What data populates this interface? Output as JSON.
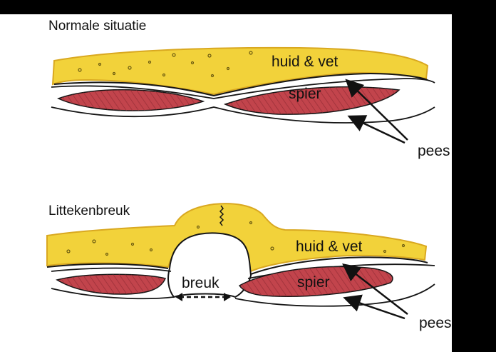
{
  "panels": [
    {
      "title": "Normale situatie",
      "labels": {
        "skin_fat": "huid & vet",
        "muscle": "spier",
        "tendon": "pees"
      }
    },
    {
      "title": "Littekenbreuk",
      "labels": {
        "skin_fat": "huid & vet",
        "muscle": "spier",
        "tendon": "pees",
        "hernia": "breuk"
      }
    }
  ],
  "colors": {
    "fat": "#f2d23a",
    "fat_edge": "#d9a820",
    "muscle": "#c2444c",
    "muscle_hatch": "#8e2a33",
    "outline": "#151515",
    "paper": "#ffffff",
    "frame": "#000000"
  }
}
